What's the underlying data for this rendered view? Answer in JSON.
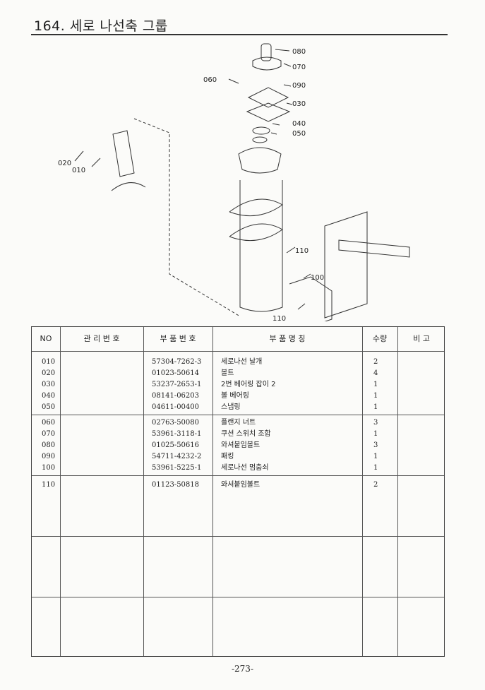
{
  "header": {
    "title": "164. 세로 나선축 그룹"
  },
  "diagram": {
    "callouts": [
      "080",
      "070",
      "060",
      "090",
      "030",
      "040",
      "050",
      "020",
      "010",
      "110",
      "100",
      "110"
    ]
  },
  "table": {
    "headers": {
      "no": "NO",
      "mgmt": "관 리 번 호",
      "part_no": "부 품 번 호",
      "name": "부   품   명   칭",
      "qty": "수량",
      "remarks": "비 고"
    },
    "rows": [
      {
        "no": "010",
        "part_no": "57304-7262-3",
        "name": "세로나선 날개",
        "qty": "2"
      },
      {
        "no": "020",
        "part_no": "01023-50614",
        "name": "볼트",
        "qty": "4"
      },
      {
        "no": "030",
        "part_no": "53237-2653-1",
        "name": "2번 베어링 잡이 2",
        "qty": "1"
      },
      {
        "no": "040",
        "part_no": "08141-06203",
        "name": "볼 베어링",
        "qty": "1"
      },
      {
        "no": "050",
        "part_no": "04611-00400",
        "name": "스냅링",
        "qty": "1"
      },
      {
        "no": "060",
        "part_no": "02763-50080",
        "name": "플랜지 너트",
        "qty": "3"
      },
      {
        "no": "070",
        "part_no": "53961-3118-1",
        "name": "쿠션 스위치 조합",
        "qty": "1"
      },
      {
        "no": "080",
        "part_no": "01025-50616",
        "name": "와셔붙임볼트",
        "qty": "3"
      },
      {
        "no": "090",
        "part_no": "54711-4232-2",
        "name": "패킹",
        "qty": "1"
      },
      {
        "no": "100",
        "part_no": "53961-5225-1",
        "name": "세로나선 멈춤쇠",
        "qty": "1"
      },
      {
        "no": "110",
        "part_no": "01123-50818",
        "name": "와셔붙임볼트",
        "qty": "2"
      }
    ]
  },
  "footer": {
    "page_number": "-273-"
  }
}
